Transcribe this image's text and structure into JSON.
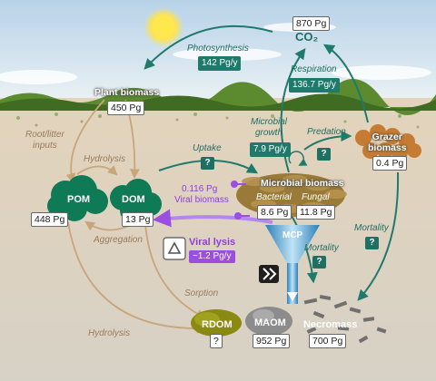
{
  "co2": {
    "label": "CO₂",
    "value": "870 Pg"
  },
  "photosynthesis": {
    "label": "Photosynthesis",
    "value": "142 Pg/y"
  },
  "respiration": {
    "label": "Respiration",
    "value": "136.7 Pg/y"
  },
  "plant": {
    "label": "Plant biomass",
    "value": "450 Pg"
  },
  "microbial_growth": {
    "label": "Microbial\ngrowth",
    "value": "7.9 Pg/y"
  },
  "predation": {
    "label": "Predation",
    "value": "?"
  },
  "grazer": {
    "label": "Grazer\nbiomass",
    "value": "0.4 Pg"
  },
  "root_litter": {
    "label": "Root/litter\ninputs"
  },
  "hydrolysis_top": {
    "label": "Hydrolysis"
  },
  "uptake": {
    "label": "Uptake",
    "value": "?"
  },
  "microbial": {
    "label": "Microbial biomass",
    "bacterial_label": "Bacterial",
    "bacterial_value": "8.6 Pg",
    "fungal_label": "Fungal",
    "fungal_value": "11.8 Pg"
  },
  "viral": {
    "value": "0.116 Pg",
    "label": "Viral biomass"
  },
  "pom": {
    "label": "POM",
    "value": "448 Pg"
  },
  "dom": {
    "label": "DOM",
    "value": "13 Pg"
  },
  "aggregation": {
    "label": "Aggregation"
  },
  "viral_lysis": {
    "label": "Viral lysis",
    "value": "~1.2 Pg/y",
    "recycle_icon": "recycle-icon"
  },
  "mcp": {
    "label": "MCP"
  },
  "mortality_micro": {
    "label": "Mortality",
    "value": "?"
  },
  "mortality_grazer": {
    "label": "Mortality",
    "value": "?"
  },
  "pump_icon": "double-chevron-icon",
  "sorption": {
    "label": "Sorption"
  },
  "hydrolysis_bottom": {
    "label": "Hydrolysis"
  },
  "rdom": {
    "label": "RDOM",
    "value": "?"
  },
  "maom": {
    "label": "MAOM",
    "value": "952 Pg"
  },
  "necromass": {
    "label": "Necromass",
    "value": "700 Pg"
  },
  "colors": {
    "teal": "#1f7a6c",
    "tan": "#c9a57a",
    "purple": "#9b4fe0",
    "sky": "#bcd6e8",
    "soil": "#d9c8ae"
  }
}
